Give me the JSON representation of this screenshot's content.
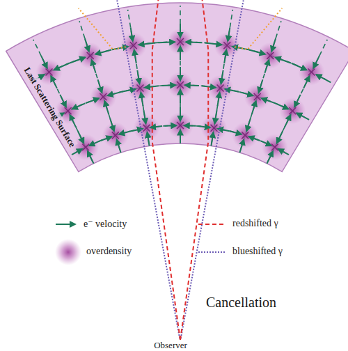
{
  "diagram": {
    "labels": [
      "Last Scattering Surface",
      "Cancellation",
      "Observer"
    ],
    "legend": [
      {
        "text": "e⁻ velocity"
      },
      {
        "text": "overdensity"
      },
      {
        "text": "redshifted γ"
      },
      {
        "text": "blueshifted γ"
      }
    ]
  }
}
